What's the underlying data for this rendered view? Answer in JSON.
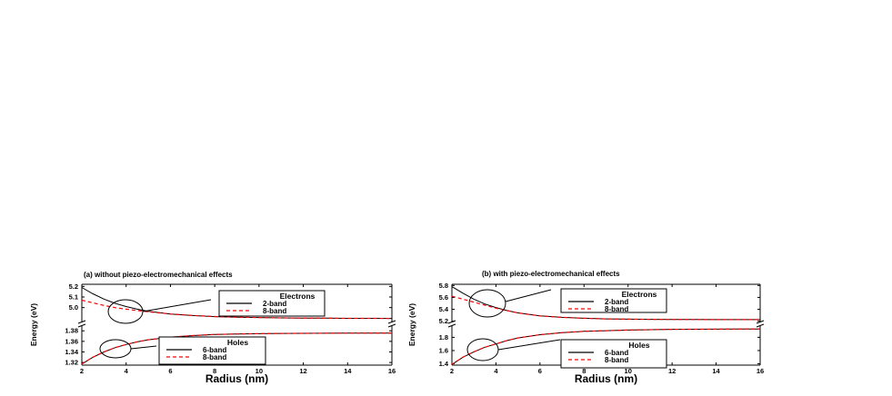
{
  "chart_data": [
    {
      "type": "line",
      "title": "(a) without piezo-electromechanical effects",
      "xlabel": "Radius (nm)",
      "ylabel": "Energy (eV)",
      "xlim": [
        2,
        16
      ],
      "xticks": [
        "2",
        "4",
        "6",
        "8",
        "10",
        "12",
        "14",
        "16"
      ],
      "broken_y_axis": true,
      "panels": [
        {
          "name": "electrons",
          "ylim": [
            4.86,
            5.22
          ],
          "yticks": [
            "5.2",
            "5.1",
            "5.0"
          ],
          "legend": {
            "title": "Electrons",
            "placement": "upper-middle"
          },
          "x": [
            2,
            2.5,
            3,
            3.5,
            4,
            4.5,
            5,
            6,
            7,
            8,
            9,
            10,
            11,
            12,
            13,
            14,
            15,
            16
          ],
          "series": [
            {
              "name": "2-band",
              "color": "#000000",
              "dash": "solid",
              "values": [
                5.19,
                5.13,
                5.08,
                5.04,
                5.01,
                4.985,
                4.965,
                4.94,
                4.925,
                4.915,
                4.91,
                4.906,
                4.903,
                4.901,
                4.9,
                4.899,
                4.899,
                4.898
              ]
            },
            {
              "name": "8-band",
              "color": "#ff0000",
              "dash": "dashed",
              "values": [
                5.07,
                5.045,
                5.02,
                5.0,
                4.985,
                4.972,
                4.96,
                4.94,
                4.926,
                4.916,
                4.91,
                4.906,
                4.903,
                4.901,
                4.9,
                4.899,
                4.899,
                4.898
              ]
            }
          ]
        },
        {
          "name": "holes",
          "ylim": [
            1.315,
            1.389
          ],
          "yticks": [
            "1.38",
            "1.36",
            "1.34",
            "1.32"
          ],
          "legend": {
            "title": "Holes",
            "placement": "lower-middle"
          },
          "x": [
            2,
            2.5,
            3,
            3.5,
            4,
            4.5,
            5,
            6,
            7,
            8,
            9,
            10,
            11,
            12,
            13,
            14,
            15,
            16
          ],
          "series": [
            {
              "name": "6-band",
              "color": "#000000",
              "dash": "solid",
              "values": [
                1.317,
                1.33,
                1.34,
                1.348,
                1.354,
                1.359,
                1.363,
                1.368,
                1.371,
                1.373,
                1.374,
                1.3745,
                1.375,
                1.3752,
                1.3754,
                1.3755,
                1.3756,
                1.3757
              ]
            },
            {
              "name": "8-band",
              "color": "#ff0000",
              "dash": "dashed",
              "values": [
                1.317,
                1.33,
                1.34,
                1.348,
                1.354,
                1.359,
                1.363,
                1.368,
                1.371,
                1.373,
                1.374,
                1.3745,
                1.375,
                1.3752,
                1.3754,
                1.3755,
                1.3756,
                1.3757
              ]
            }
          ]
        }
      ]
    },
    {
      "type": "line",
      "title": "(b) with piezo-electromechanical effects",
      "xlabel": "Radius (nm)",
      "ylabel": "Energy (eV)",
      "xlim": [
        2,
        16
      ],
      "xticks": [
        "2",
        "4",
        "6",
        "8",
        "10",
        "12",
        "14",
        "16"
      ],
      "broken_y_axis": true,
      "panels": [
        {
          "name": "electrons",
          "ylim": [
            5.18,
            5.82
          ],
          "yticks": [
            "5.8",
            "5.6",
            "5.4",
            "5.2"
          ],
          "legend": {
            "title": "Electrons",
            "placement": "upper-middle"
          },
          "x": [
            2,
            2.5,
            3,
            3.5,
            4,
            4.5,
            5,
            6,
            7,
            8,
            9,
            10,
            11,
            12,
            13,
            14,
            15,
            16
          ],
          "series": [
            {
              "name": "2-band",
              "color": "#000000",
              "dash": "solid",
              "values": [
                5.78,
                5.67,
                5.57,
                5.49,
                5.43,
                5.38,
                5.34,
                5.29,
                5.265,
                5.25,
                5.24,
                5.235,
                5.232,
                5.23,
                5.229,
                5.228,
                5.228,
                5.227
              ]
            },
            {
              "name": "8-band",
              "color": "#ff0000",
              "dash": "dashed",
              "values": [
                5.62,
                5.57,
                5.52,
                5.47,
                5.42,
                5.38,
                5.34,
                5.29,
                5.265,
                5.25,
                5.24,
                5.235,
                5.232,
                5.23,
                5.229,
                5.228,
                5.228,
                5.227
              ]
            }
          ]
        },
        {
          "name": "holes",
          "ylim": [
            1.38,
            1.97
          ],
          "yticks": [
            "1.8",
            "1.6",
            "1.4"
          ],
          "legend": {
            "title": "Holes",
            "placement": "lower-middle"
          },
          "x": [
            2,
            2.5,
            3,
            3.5,
            4,
            4.5,
            5,
            6,
            7,
            8,
            9,
            10,
            11,
            12,
            13,
            14,
            15,
            16
          ],
          "series": [
            {
              "name": "6-band",
              "color": "#000000",
              "dash": "solid",
              "values": [
                1.39,
                1.5,
                1.58,
                1.65,
                1.7,
                1.75,
                1.79,
                1.84,
                1.87,
                1.89,
                1.9,
                1.91,
                1.915,
                1.92,
                1.922,
                1.924,
                1.925,
                1.926
              ]
            },
            {
              "name": "8-band",
              "color": "#ff0000",
              "dash": "dashed",
              "values": [
                1.39,
                1.5,
                1.58,
                1.65,
                1.7,
                1.75,
                1.79,
                1.84,
                1.87,
                1.89,
                1.9,
                1.91,
                1.915,
                1.92,
                1.922,
                1.924,
                1.925,
                1.926
              ]
            }
          ]
        }
      ]
    }
  ]
}
